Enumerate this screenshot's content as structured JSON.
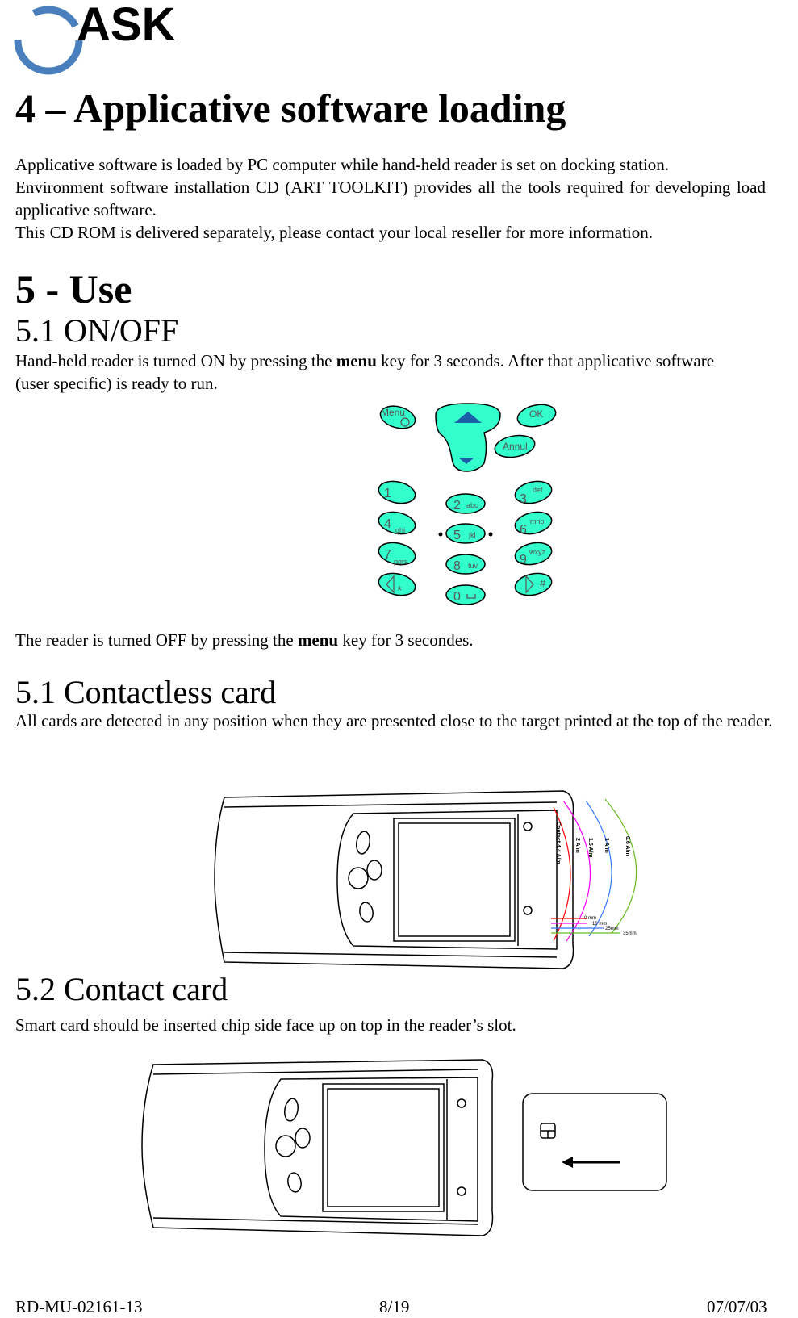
{
  "logo": {
    "text": "ASK"
  },
  "section4": {
    "title": "4 – Applicative software loading",
    "p1": "Applicative software is loaded by PC computer while hand-held reader is set on docking station.",
    "p2": "Environment software installation CD (ART TOOLKIT) provides all the tools required for developing load applicative software.",
    "p3": "This CD ROM is delivered separately, please contact your local reseller for more information."
  },
  "section5": {
    "title": "5 - Use",
    "onoff": {
      "title": "5.1 ON/OFF",
      "p1_before": "Hand-held reader is turned ON by pressing the ",
      "p1_bold": "menu",
      "p1_after": " key for 3 seconds. After that applicative software (user specific) is ready to run.",
      "p2_before": "The reader is turned OFF by pressing the ",
      "p2_bold": "menu",
      "p2_after": " key for 3 secondes."
    },
    "keypad": {
      "menu": "Menu",
      "ok": "OK",
      "annul": "Annul",
      "keys": [
        {
          "digit": "1",
          "letters": ""
        },
        {
          "digit": "2",
          "letters": "abc"
        },
        {
          "digit": "3",
          "letters": "def"
        },
        {
          "digit": "4",
          "letters": "ghi"
        },
        {
          "digit": "5",
          "letters": "jkl"
        },
        {
          "digit": "6",
          "letters": "mno"
        },
        {
          "digit": "7",
          "letters": "pqrs"
        },
        {
          "digit": "8",
          "letters": "tuv"
        },
        {
          "digit": "9",
          "letters": "wxyz"
        },
        {
          "digit": "*",
          "letters": ""
        },
        {
          "digit": "0",
          "letters": ""
        },
        {
          "digit": "#",
          "letters": ""
        }
      ],
      "colors": {
        "key_fill": "#33ffcc",
        "outline": "#000000",
        "label": "#555555"
      }
    },
    "contactless": {
      "title": "5.1 Contactless card",
      "p1": "All cards are detected in any position when they are presented close to the target printed at the top of the reader.",
      "arcs": [
        {
          "label": "Contact 4.4 A/m",
          "distance": "0 mm",
          "color": "#ff0000"
        },
        {
          "label": "2 A/m",
          "distance": "10 mm",
          "color": "#ff00ff"
        },
        {
          "label": "1.5 A/m",
          "distance": "25mm",
          "color": "#3377ff"
        },
        {
          "label": "1 A/m",
          "distance": "",
          "color": "#3377ff"
        },
        {
          "label": "0.6 A/m",
          "distance": "35mm",
          "color": "#66bb22"
        }
      ]
    },
    "contact": {
      "title": "5.2 Contact card",
      "p1": "Smart card should be inserted chip side face up on top in the reader’s slot."
    }
  },
  "footer": {
    "ref": "RD-MU-02161-13",
    "page": "8/19",
    "date": "07/07/03"
  },
  "colors": {
    "logo_blue": "#4a7fbd"
  }
}
